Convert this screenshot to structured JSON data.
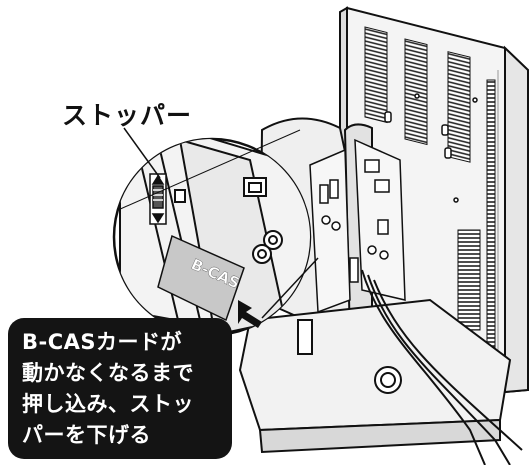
{
  "callout": {
    "stopper_label": "ストッパー"
  },
  "instruction": {
    "lines": [
      "B-CASカードが",
      "動かなくなるまで",
      "押し込み、ストッ",
      "パーを下げる"
    ]
  },
  "card": {
    "label": "B-CAS"
  }
}
